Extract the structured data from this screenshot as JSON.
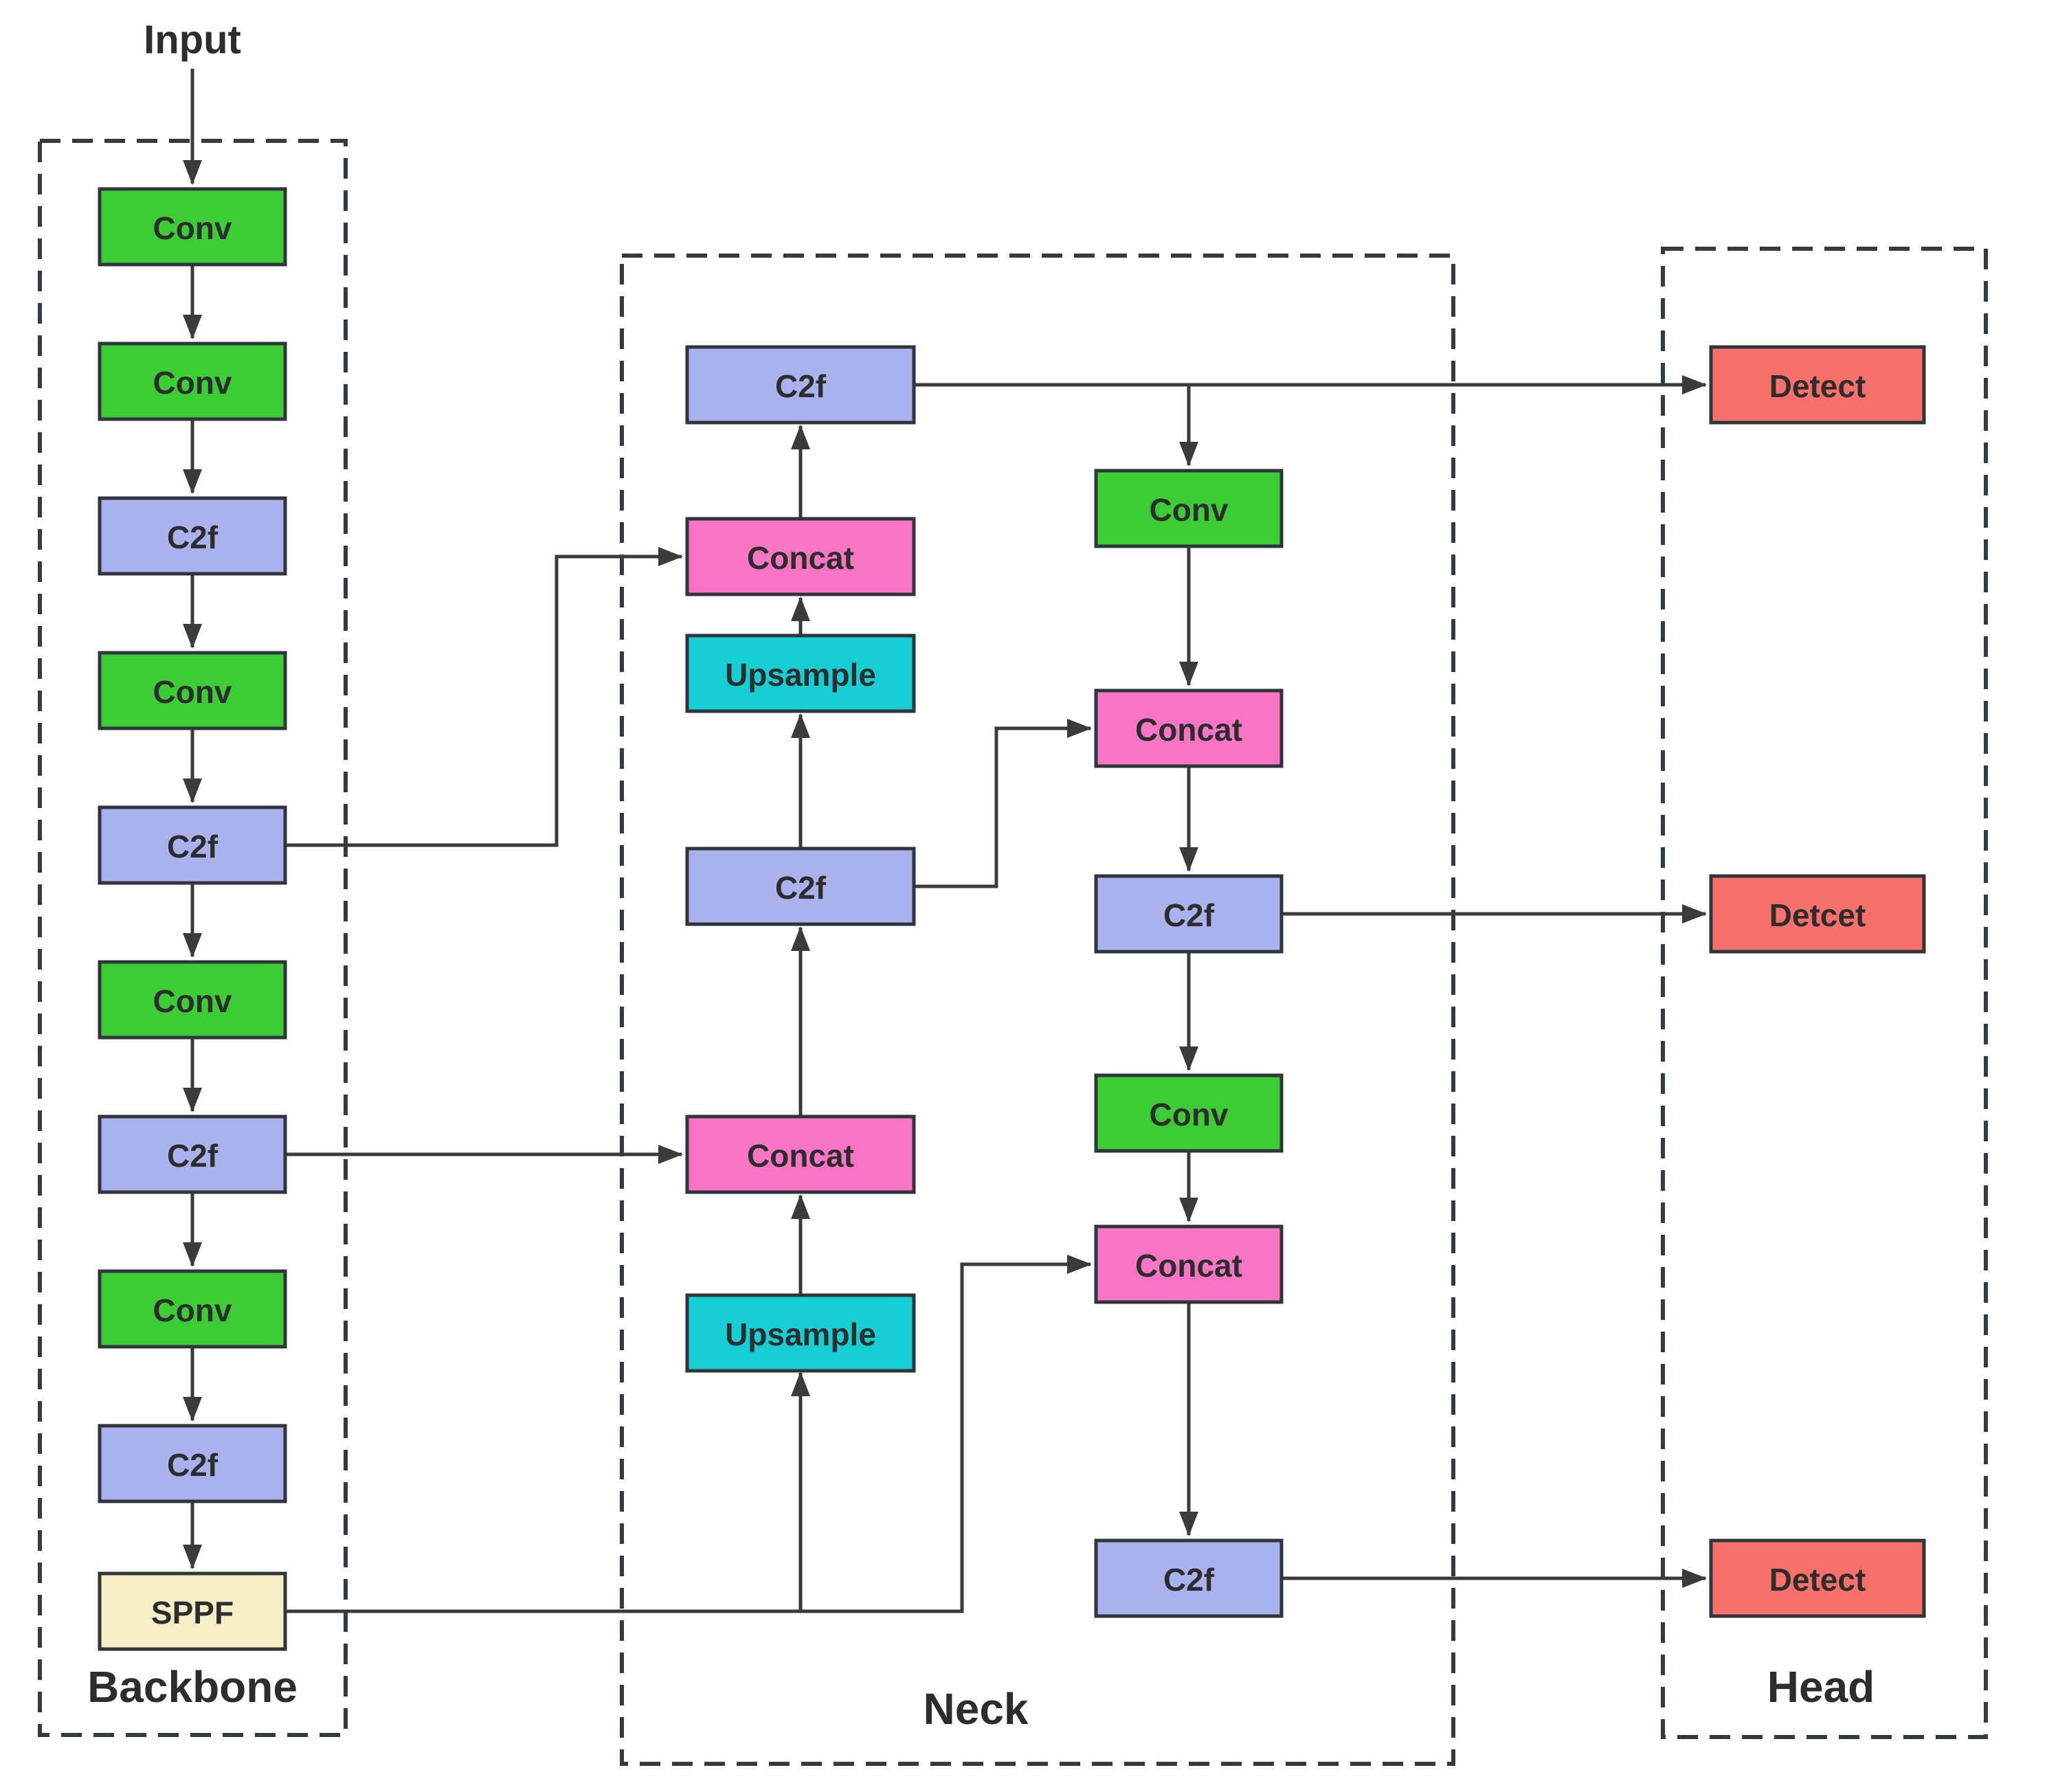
{
  "input_label": "Input",
  "colors": {
    "conv": "#3ccc35",
    "c2f": "#aab2ee",
    "sppf": "#f6eec6",
    "concat": "#f875c5",
    "upsample": "#16ced4",
    "detect": "#f7716a",
    "border": "#2f353b",
    "line": "#3b3b3b"
  },
  "backbone": {
    "label": "Backbone",
    "nodes": [
      {
        "label": "Conv"
      },
      {
        "label": "Conv"
      },
      {
        "label": "C2f"
      },
      {
        "label": "Conv"
      },
      {
        "label": "C2f"
      },
      {
        "label": "Conv"
      },
      {
        "label": "C2f"
      },
      {
        "label": "Conv"
      },
      {
        "label": "C2f"
      },
      {
        "label": "SPPF"
      }
    ]
  },
  "neck": {
    "label": "Neck",
    "left_nodes": [
      {
        "label": "C2f"
      },
      {
        "label": "Concat"
      },
      {
        "label": "Upsample"
      },
      {
        "label": "C2f"
      },
      {
        "label": "Concat"
      },
      {
        "label": "Upsample"
      }
    ],
    "right_nodes": [
      {
        "label": "Conv"
      },
      {
        "label": "Concat"
      },
      {
        "label": "C2f"
      },
      {
        "label": "Conv"
      },
      {
        "label": "Concat"
      },
      {
        "label": "C2f"
      }
    ]
  },
  "head": {
    "label": "Head",
    "nodes": [
      {
        "label": "Detect"
      },
      {
        "label": "Detcet"
      },
      {
        "label": "Detect"
      }
    ]
  }
}
